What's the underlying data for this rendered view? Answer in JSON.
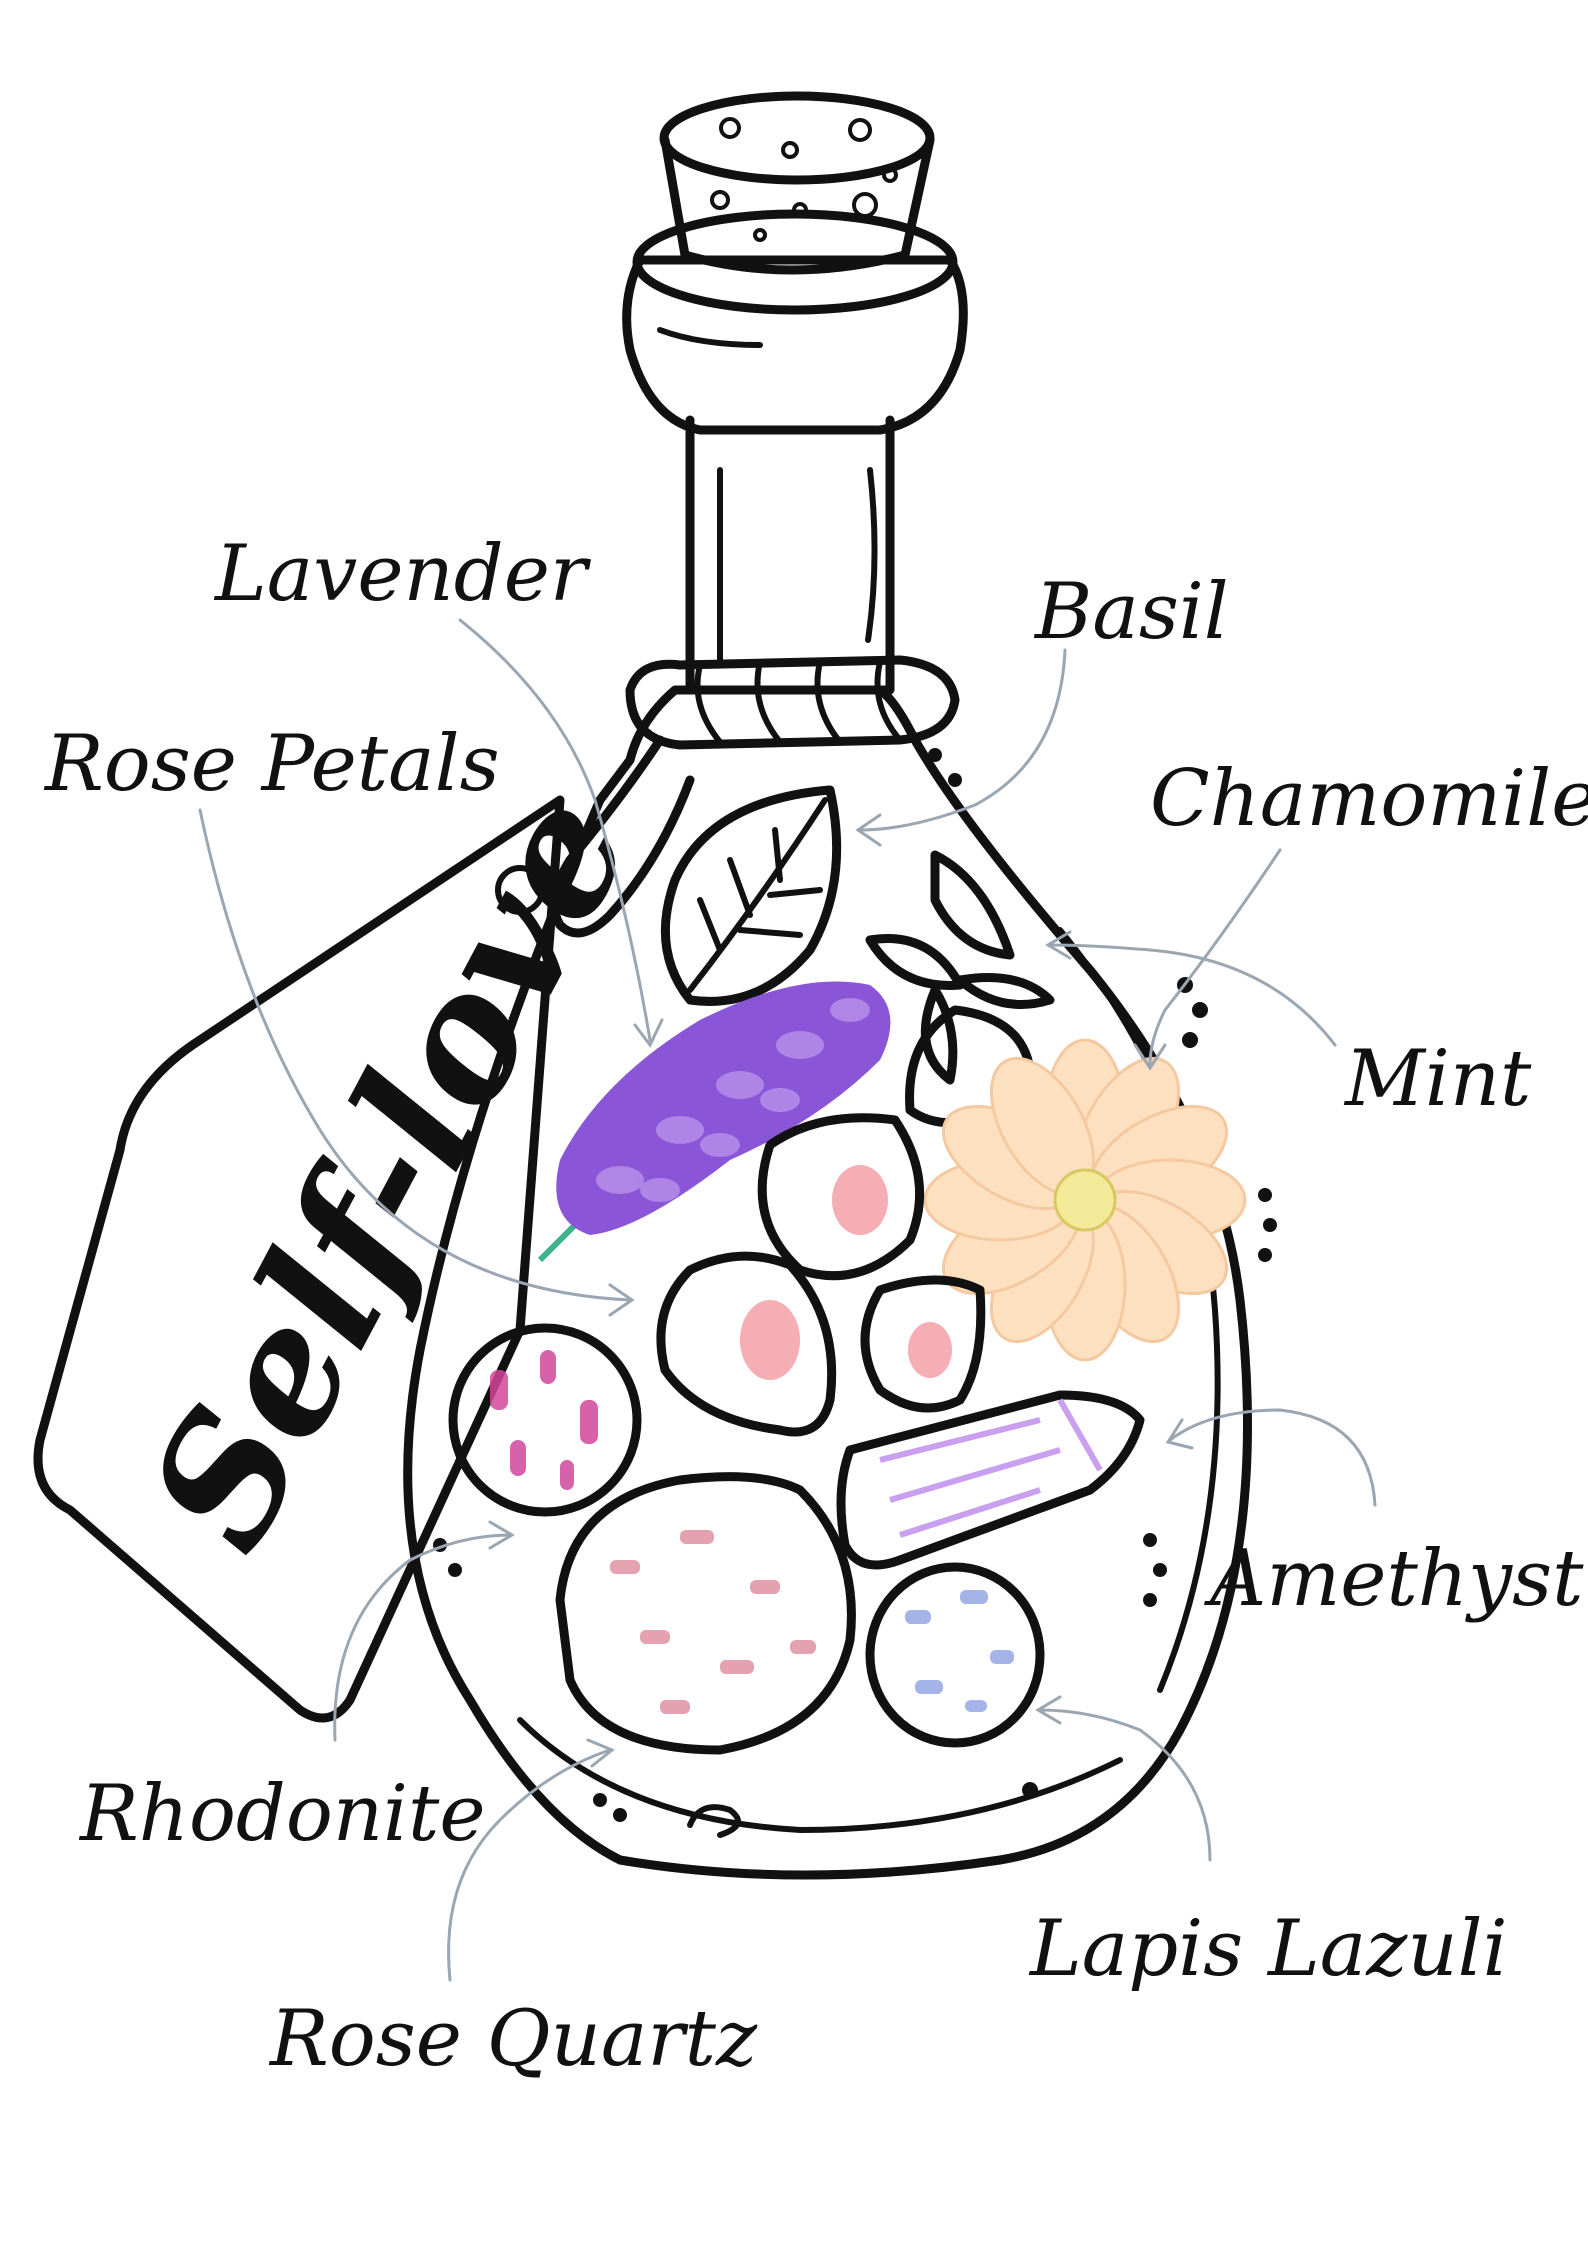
{
  "tag": {
    "text": "Self-love"
  },
  "labels": {
    "lavender": "Lavender",
    "basil": "Basil",
    "rose_petals": "Rose Petals",
    "chamomile": "Chamomile",
    "mint": "Mint",
    "amethyst": "Amethyst",
    "rhodonite": "Rhodonite",
    "lapis_lazuli": "Lapis Lazuli",
    "rose_quartz": "Rose Quartz"
  },
  "colors": {
    "ink": "#111111",
    "arrow": "#9aa6b2",
    "basil": "#8fc15a",
    "mint": "#3f9a4a",
    "lavender": "#8a55d6",
    "rose_petal": "#d8222e",
    "chamomile": "#fde0c0",
    "amethyst": "#9a5ad8",
    "rhodonite": "#8a0c5a",
    "rose_quartz": "#f2bcc6",
    "lapis_lazuli": "#5a73c8"
  }
}
